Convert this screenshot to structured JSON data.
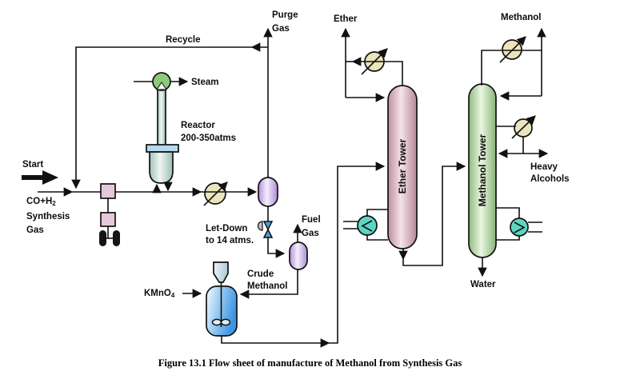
{
  "figure": {
    "caption": "Figure 13.1 Flow sheet of manufacture of Methanol from Synthesis Gas"
  },
  "labels": {
    "start": "Start",
    "syngas_base": "CO+H",
    "syngas_sub": "2",
    "syngas_line2": "Synthesis",
    "syngas_line3": "Gas",
    "recycle": "Recycle",
    "purge_line1": "Purge",
    "purge_line2": "Gas",
    "steam": "Steam",
    "reactor_line1": "Reactor",
    "reactor_line2": "200-350atms",
    "letdown_line1": "Let-Down",
    "letdown_line2": "to 14 atms.",
    "fuel_line1": "Fuel",
    "fuel_line2": "Gas",
    "crude_line1": "Crude",
    "crude_line2": "Methanol",
    "kmno4_base": "KMnO",
    "kmno4_sub": "4",
    "ether_product": "Ether",
    "methanol_product": "Methanol",
    "ether_tower": "Ether Tower",
    "methanol_tower": "Methanol Tower",
    "heavy_line1": "Heavy",
    "heavy_line2": "Alcohols",
    "water": "Water"
  },
  "colors": {
    "line": "#111111",
    "background": "#ffffff",
    "reactor_fill": "#cfe3dc",
    "steam_drum_fill": "#8cc97c",
    "flange_fill": "#b4d9f3",
    "compressor_fill": "#e4c9dc",
    "exchanger_fill": "#ece4bc",
    "reboiler_fill": "#5ed5c3",
    "separator_fill": "#d9c3ef",
    "valve_fill": "#4aa4d6",
    "tank_fill": "#4a9ce2",
    "ether_tower_fill": "#e7cdd7",
    "methanol_tower_fill": "#cde4c0"
  }
}
